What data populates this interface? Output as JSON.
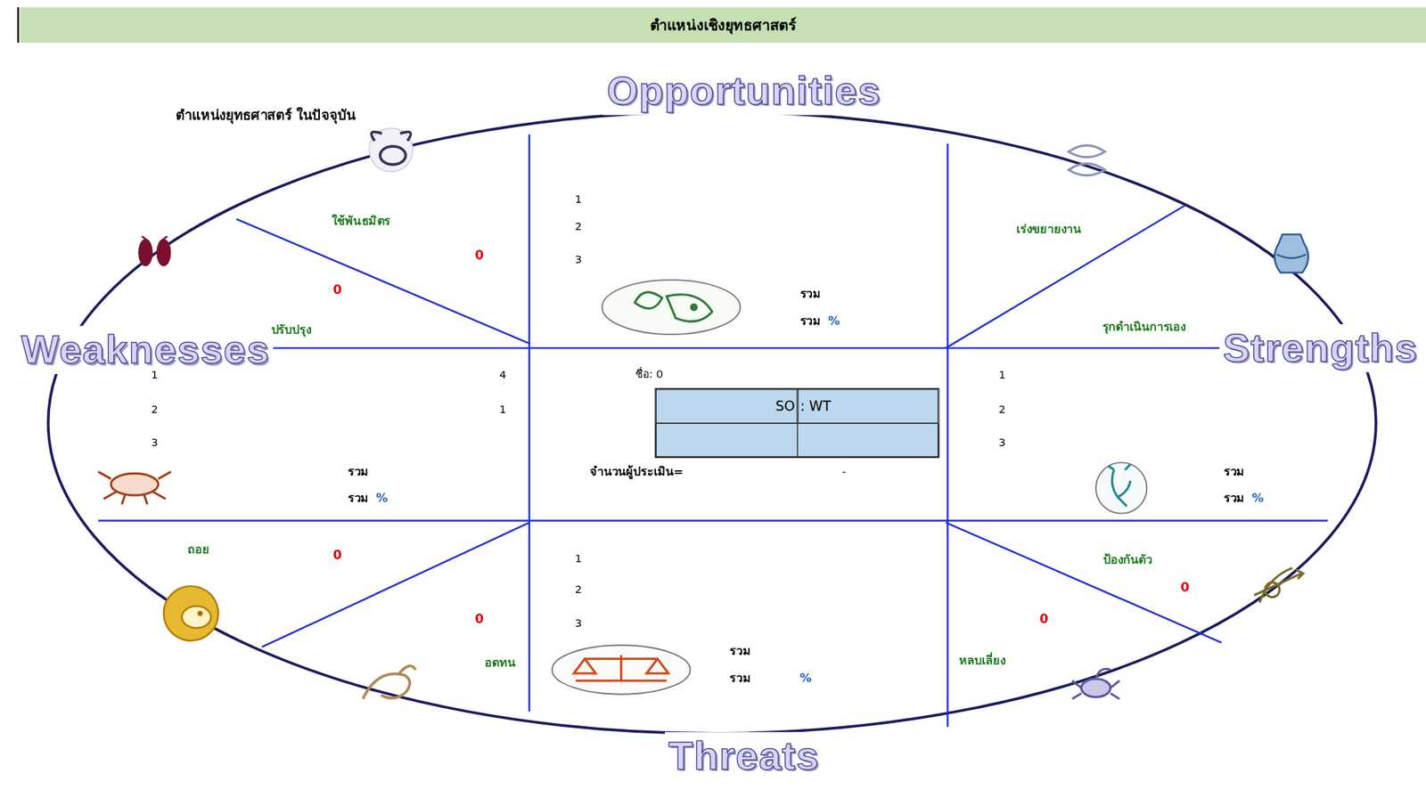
{
  "diagram": {
    "title": "ตำแหน่งเชิงยุทธศาสตร์",
    "nodes": [
      {
        "text": [
          "SO"
        ]
      },
      {
        "text": [
          ": WT"
        ]
      }
    ],
    "labels": [
      "Opportunities",
      "Weaknesses",
      "Strengths",
      "Threats",
      "ตำแหน่งยุทธศาสตร์ ในปัจจุบัน",
      "ใช้พันธมิตร",
      "0",
      "0",
      "ปรับปรุง",
      "1",
      "2",
      "3",
      "รวม",
      "รวม",
      "%",
      "เร่งขยายงาน",
      "รุกดำเนินการเอง",
      "1",
      "2",
      "3",
      "4",
      "1",
      "รวม",
      "รวม",
      "%",
      "ชื่อ: 0",
      "จำนวนผู้ประเมิน=",
      "-",
      "1",
      "2",
      "3",
      "รวม",
      "รวม",
      "%",
      "ถอย",
      "0",
      "0",
      "อดทน",
      "1",
      "2",
      "3",
      "รวม",
      "รวม",
      "%",
      "ป้องกันตัว",
      "0",
      "0",
      "หลบเลี่ยง"
    ]
  }
}
